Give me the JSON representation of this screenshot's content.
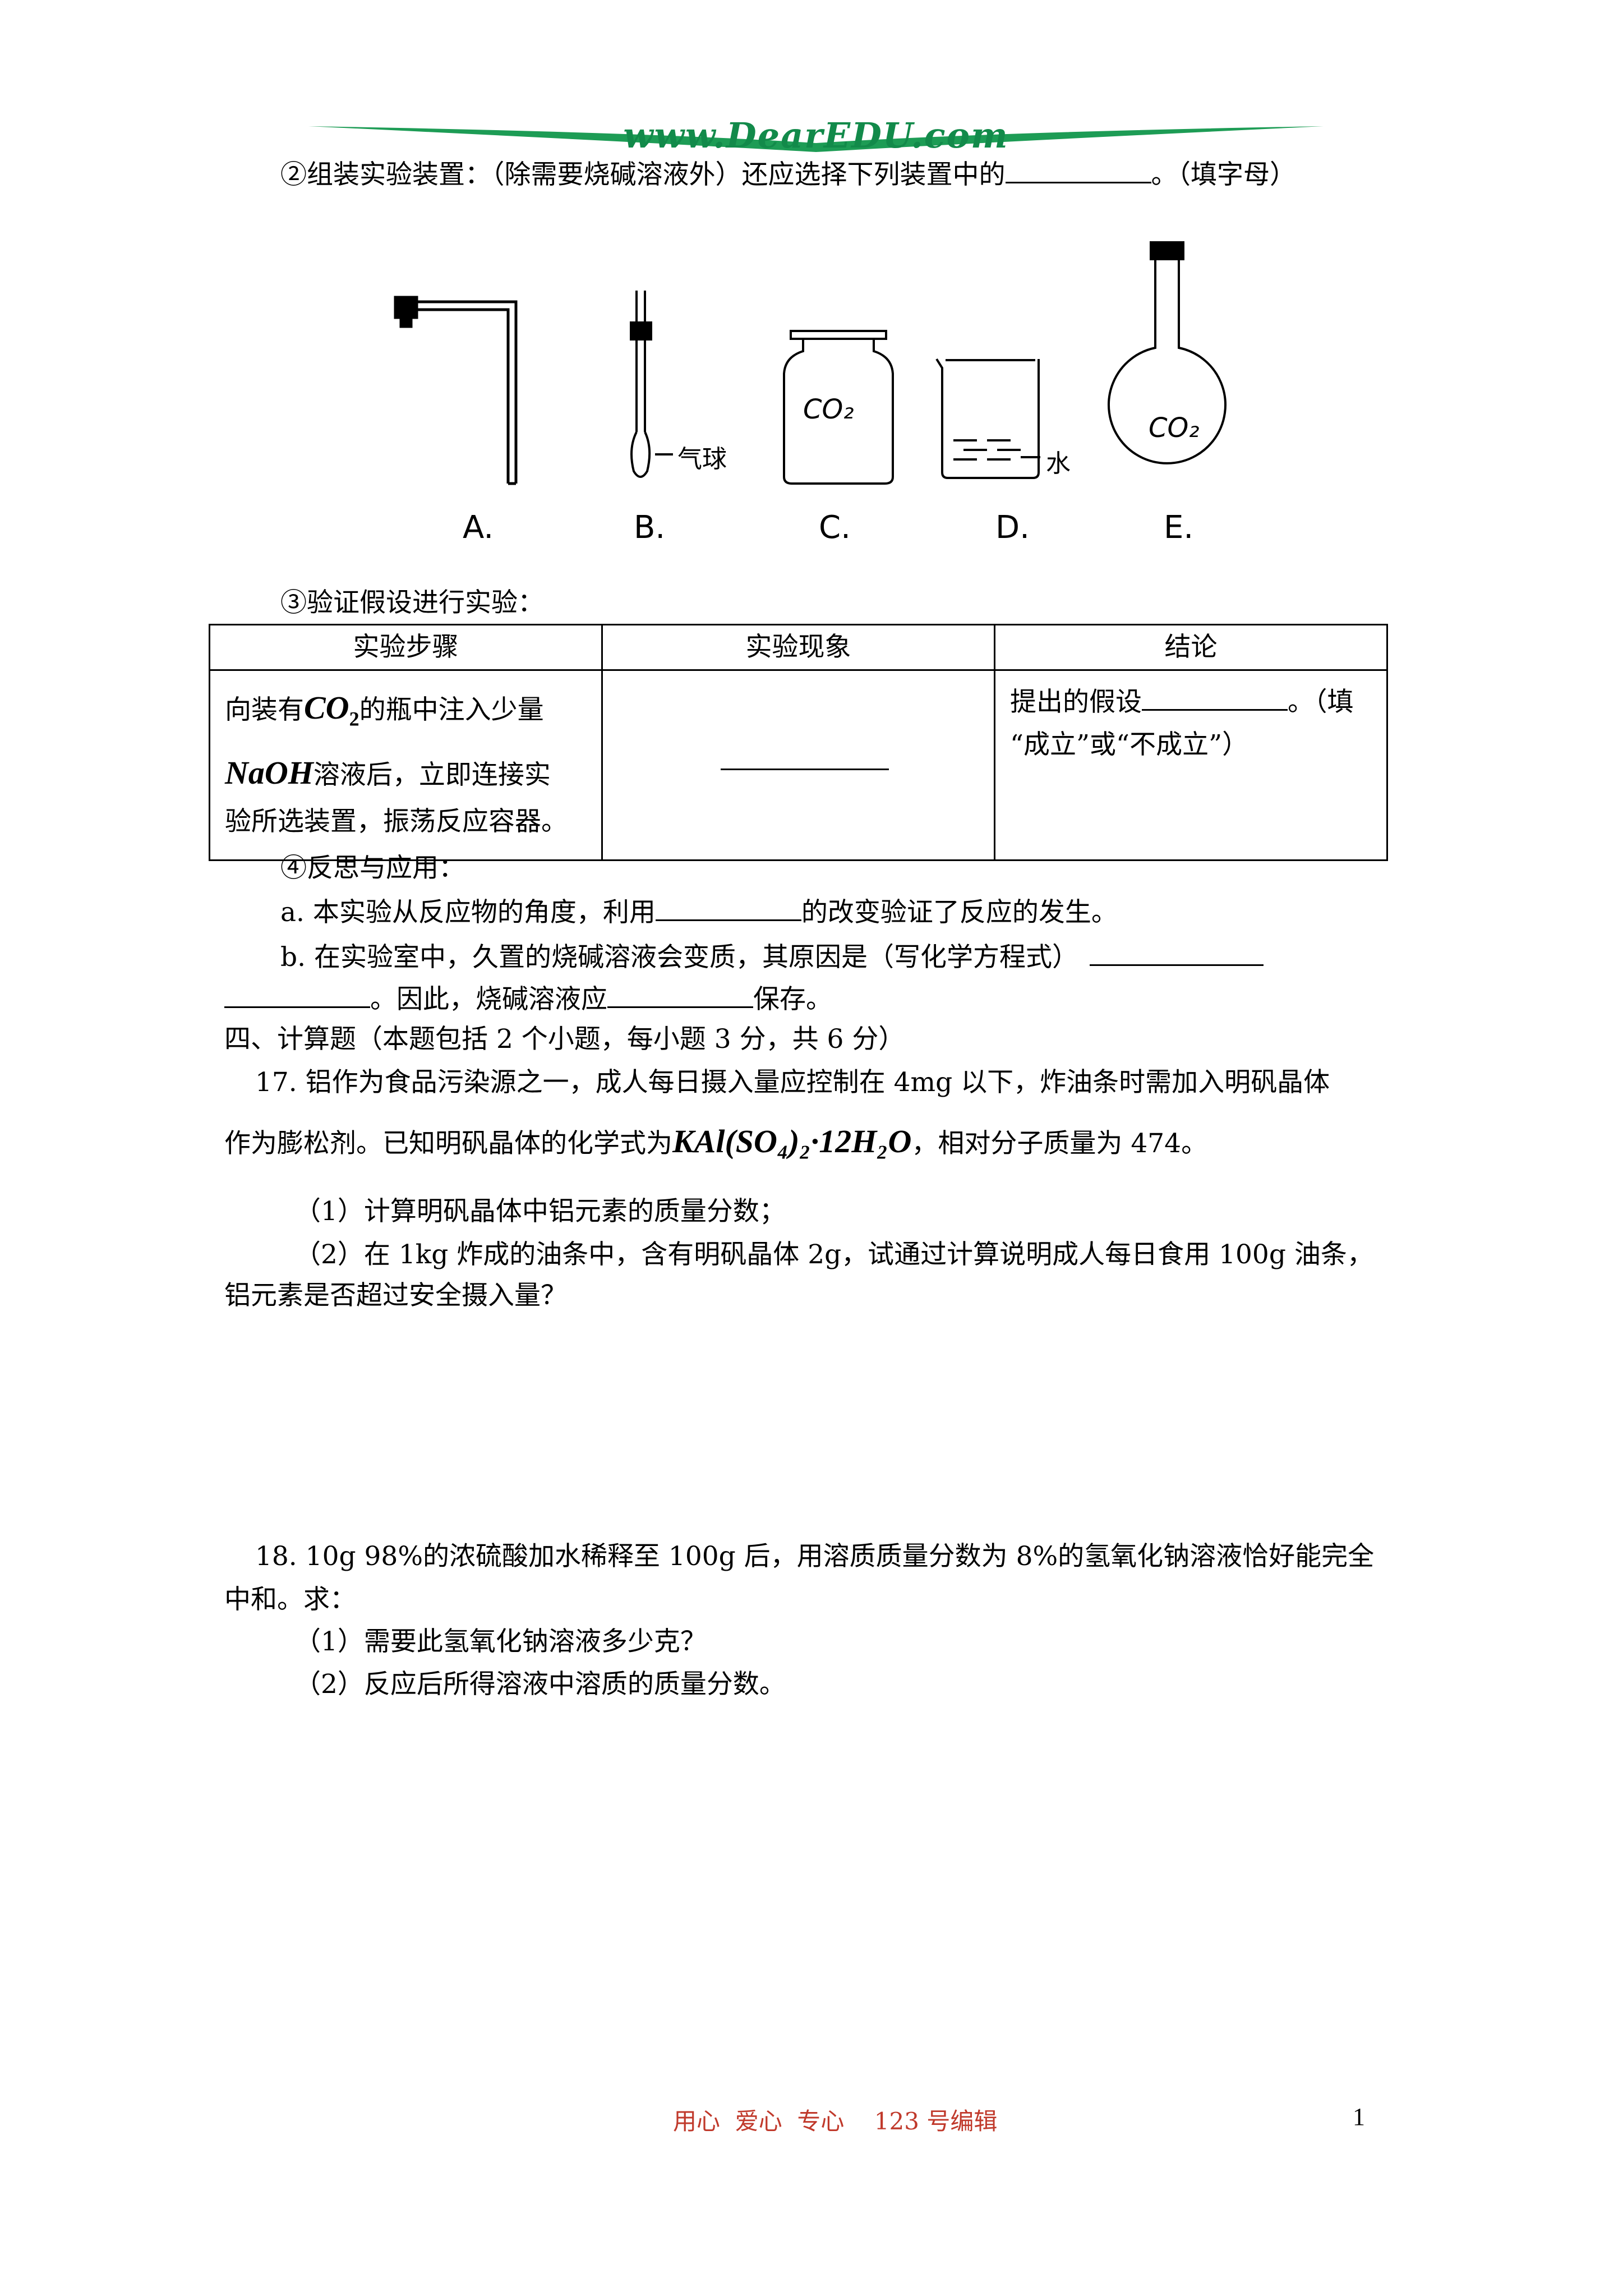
{
  "header": {
    "logo_text": "www.DearEDU.com"
  },
  "q16": {
    "step2_prefix": "②组装实验装置：（除需要烧碱溶液外）还应选择下列装置中的",
    "step2_suffix": "。（填字母）",
    "figure": {
      "labels": [
        "A.",
        "B.",
        "C.",
        "D.",
        "E."
      ],
      "balloon_label": "气球",
      "water_label": "水",
      "co2_label": "CO₂"
    },
    "step3": "③验证假设进行实验：",
    "table": {
      "headers": [
        "实验步骤",
        "实验现象",
        "结论"
      ],
      "step_line1_prefix": "向装有",
      "step_line1_formula": "CO",
      "step_line1_sub": "2",
      "step_line1_suffix": "的瓶中注入少量",
      "step_line2_formula": "NaOH",
      "step_line2_suffix": "溶液后，立即连接实",
      "step_line3": "验所选装置，振荡反应容器。",
      "conclusion_line1_prefix": "提出的假设",
      "conclusion_line1_suffix": "。（填",
      "conclusion_line2": "“成立”或“不成立”）"
    },
    "step4": "④反思与应用：",
    "item_a_prefix": "a. 本实验从反应物的角度，利用",
    "item_a_suffix": "的改变验证了反应的发生。",
    "item_b": "b. 在实验室中，久置的烧碱溶液会变质，其原因是（写化学方程式）",
    "item_b_cont_suffix1": "。因此，烧碱溶液应",
    "item_b_cont_suffix2": "保存。"
  },
  "section4": {
    "heading": "四、计算题（本题包括 2 个小题，每小题 3 分，共 6 分）"
  },
  "q17": {
    "line1": "17. 铝作为食品污染源之一，成人每日摄入量应控制在 4mg 以下，炸油条时需加入明矾晶体",
    "line2_prefix": "作为膨松剂。已知明矾晶体的化学式为",
    "formula": "KAl(SO₄)₂·12H₂O",
    "line2_suffix": "，相对分子质量为 474。",
    "sub1": "（1）计算明矾晶体中铝元素的质量分数；",
    "sub2_line1": "（2）在 1kg 炸成的油条中，含有明矾晶体 2g，试通过计算说明成人每日食用 100g 油条，",
    "sub2_line2": "铝元素是否超过安全摄入量？"
  },
  "q18": {
    "line1": "18. 10g 98%的浓硫酸加水稀释至 100g 后，用溶质质量分数为 8%的氢氧化钠溶液恰好能完全",
    "line2": "中和。求：",
    "sub1": "（1）需要此氢氧化钠溶液多少克？",
    "sub2": "（2）反应后所得溶液中溶质的质量分数。"
  },
  "footer": {
    "left_text": "用心  爱心  专心    123 号编辑",
    "page_number": "1"
  }
}
